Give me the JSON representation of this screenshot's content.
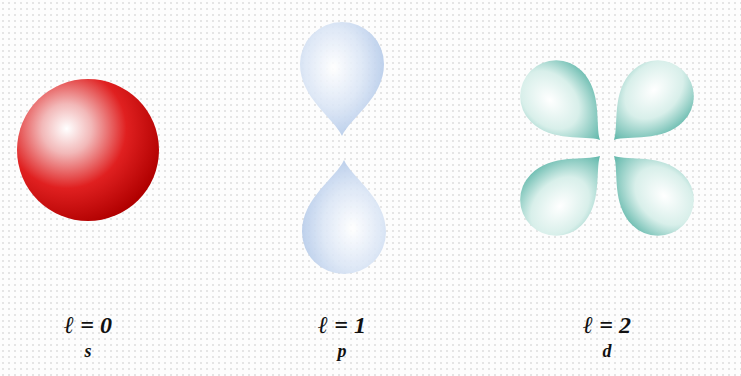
{
  "diagram": {
    "labels": [
      "ℓ = 0",
      "s",
      "ℓ = 1",
      "p",
      "ℓ = 2",
      "d"
    ]
  }
}
